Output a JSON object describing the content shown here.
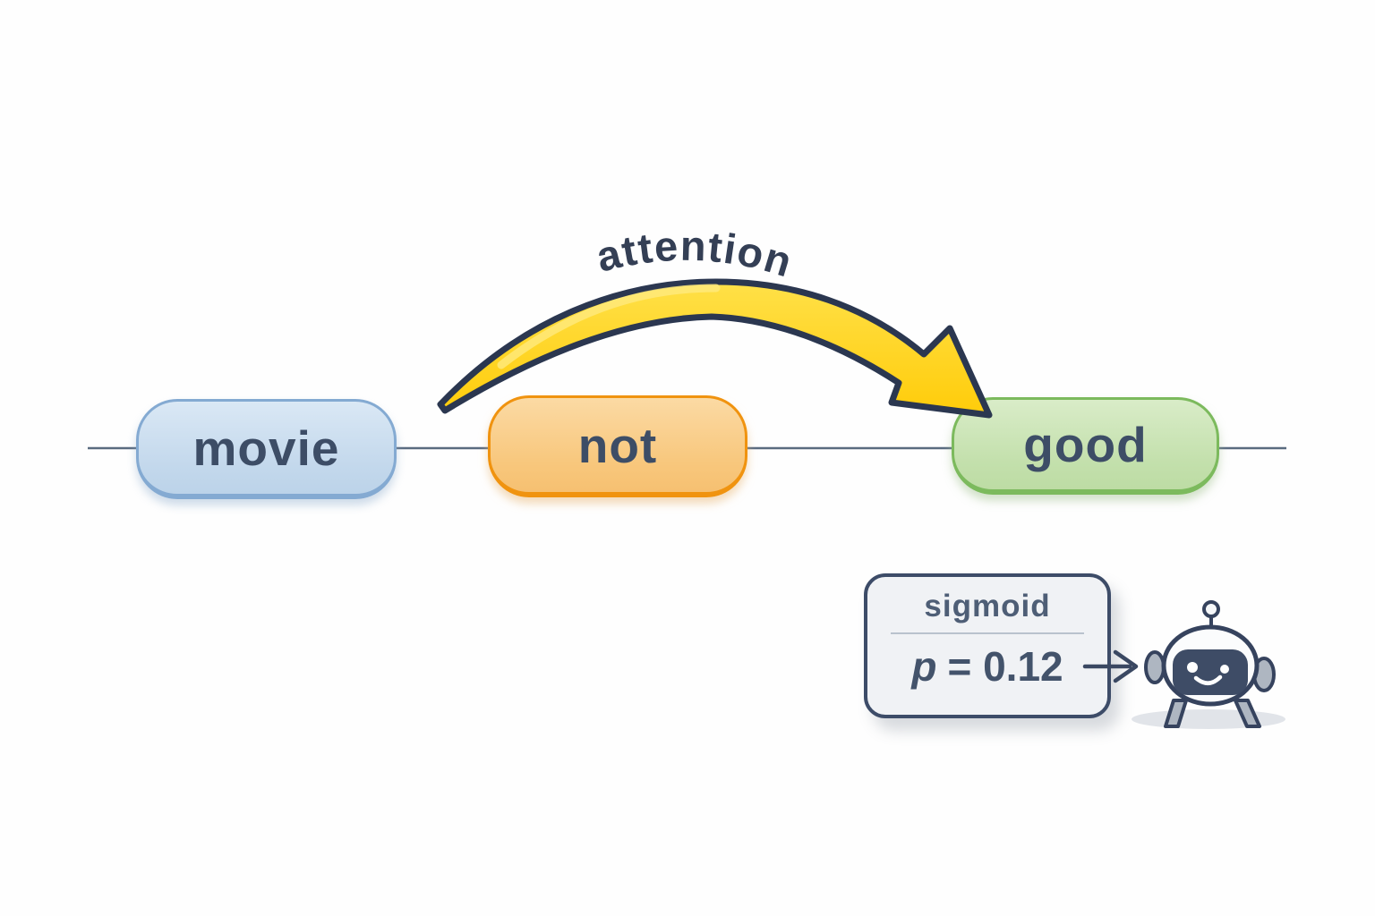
{
  "diagram": {
    "background_color": "#FEFEFE",
    "baseline_color": "#5A6B80",
    "token_text_color": "#3D4D66",
    "sentence_tokens": [
      {
        "label": "movie",
        "fill": "#C9DCEE",
        "border": "#84AAD2"
      },
      {
        "label": "not",
        "fill": "#F9CC88",
        "border": "#F0930F"
      },
      {
        "label": "good",
        "fill": "#CAE4B2",
        "border": "#7CBA5D"
      }
    ],
    "attention": {
      "label": "attention",
      "arrow_fill": "#FFD824",
      "arrow_outline": "#2B3750"
    },
    "sigmoid_box": {
      "title": "sigmoid",
      "variable": "p",
      "value": "= 0.12"
    },
    "robot": {
      "icon": "robot-mascot",
      "outline_color": "#36435E",
      "face_color": "#3E4C66"
    }
  }
}
